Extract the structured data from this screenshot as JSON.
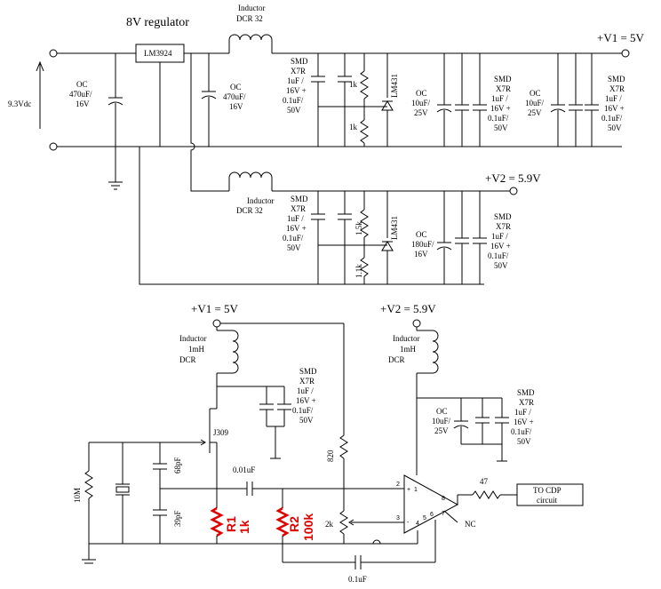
{
  "regulator": {
    "title": "8V regulator",
    "ic": "LM3924"
  },
  "input": {
    "voltage": "9.3Vdc"
  },
  "inductor_top": {
    "name": "Inductor",
    "value": "DCR 32"
  },
  "inductor_mid": {
    "name": "Inductor",
    "value": "DCR 32"
  },
  "rails": {
    "v1": "+V1 = 5V",
    "v2": "+V2 = 5.9V"
  },
  "caps": {
    "c_in": [
      "OC",
      "470uF/",
      "16V"
    ],
    "c_reg": [
      "OC",
      "470uF/",
      "16V"
    ],
    "smd_1": [
      "SMD",
      "X7R",
      "1uF /",
      "16V +",
      "0.1uF/",
      "50V"
    ],
    "oc_1": [
      "OC",
      "10uF/",
      "25V"
    ],
    "smd_2": [
      "SMD",
      "X7R",
      "1uF /",
      "16V +",
      "0.1uF/",
      "50V"
    ],
    "oc_2": [
      "OC",
      "10uF/",
      "25V"
    ],
    "smd_3": [
      "SMD",
      "X7R",
      "1uF /",
      "16V +",
      "0.1uF/",
      "50V"
    ],
    "smd_4": [
      "SMD",
      "X7R",
      "1uF /",
      "16V +",
      "0.1uF/",
      "50V"
    ],
    "oc_3": [
      "OC",
      "180uF/",
      "16V"
    ],
    "smd_5": [
      "SMD",
      "X7R",
      "1uF /",
      "16V +",
      "0.1uF/",
      "50V"
    ],
    "smd_6": [
      "SMD",
      "X7R",
      "1uF /",
      "16V +",
      "0.1uF/",
      "50V"
    ],
    "oc_4": [
      "OC",
      "10uF/",
      "25V"
    ],
    "smd_7": [
      "SMD",
      "X7R",
      "1uF /",
      "16V +",
      "0.1uF/",
      "50V"
    ]
  },
  "resistors": {
    "r1k_a": "1k",
    "r1k_b": "1k",
    "r15k": "1.5k",
    "r11k": "1.1k",
    "r10m": "10M",
    "r820": "820",
    "r2k": "2k",
    "r47": "47"
  },
  "shunts": {
    "a": "LM431",
    "b": "LM431"
  },
  "inductor_bl": [
    "Inductor",
    "1mH",
    "DCR"
  ],
  "inductor_br": [
    "Inductor",
    "1mH",
    "DCR"
  ],
  "fet": "J309",
  "small_caps": {
    "c68": "68pF",
    "c39": "39pF",
    "c01a": "0.01uF",
    "c01b": "0.1uF"
  },
  "highlighted": {
    "r1_name": "R1",
    "r1_value": "1k",
    "r2_name": "R2",
    "r2_value": "100k"
  },
  "opamp": {
    "pin2": "2",
    "pin3": "3",
    "pin8": "8",
    "pin7": "7",
    "pin1": "1",
    "pin4": "4",
    "pin5": "5",
    "pin6": "6",
    "plus": "+",
    "minus": "-",
    "nc": "NC"
  },
  "output_box": [
    "TO CDP",
    "circuit"
  ],
  "colors": {
    "wire": "#000000",
    "highlight": "#e00000"
  }
}
